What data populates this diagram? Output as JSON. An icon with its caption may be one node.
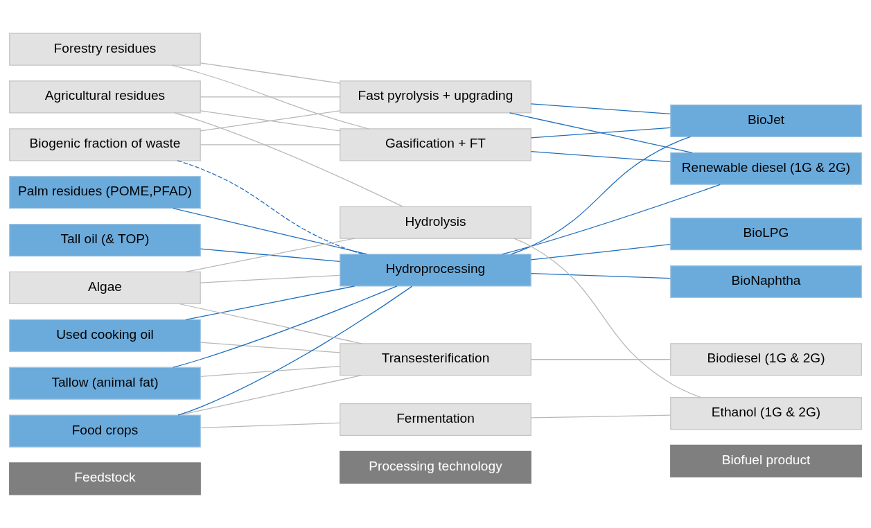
{
  "diagram": {
    "nodes": [
      {
        "text": [
          "Feedstock"
        ]
      },
      {
        "text": [
          "Processing technology"
        ]
      },
      {
        "text": [
          "Biofuel product"
        ]
      },
      {
        "text": [
          "Agricultural residues"
        ]
      },
      {
        "text": [
          "Forestry residues"
        ]
      },
      {
        "text": [
          "Biogenic fraction of waste"
        ]
      },
      {
        "text": [
          "Used cooking oil"
        ]
      },
      {
        "text": [
          "Tallow (animal fat)"
        ]
      },
      {
        "text": [
          "Tall oil (& TOP)"
        ]
      },
      {
        "text": [
          "Food crops"
        ]
      },
      {
        "text": [
          "Palm residues (POME,PFAD)"
        ]
      },
      {
        "text": [
          "Algae"
        ]
      },
      {
        "text": [
          "Transesterification"
        ]
      },
      {
        "text": [
          "Fermentation"
        ]
      },
      {
        "text": [
          "Gasification + FT"
        ]
      },
      {
        "text": [
          "Fast pyrolysis + upgrading"
        ]
      },
      {
        "text": [
          "Hydroprocessing"
        ]
      },
      {
        "text": [
          "Hydrolysis"
        ]
      },
      {
        "text": [
          "Biodiesel (1G & 2G)"
        ]
      },
      {
        "text": [
          "Ethanol (1G & 2G)"
        ]
      },
      {
        "text": [
          "Renewable diesel (1G & 2G)"
        ]
      },
      {
        "text": [
          "BioLPG"
        ]
      },
      {
        "text": [
          "BioJet"
        ]
      },
      {
        "text": [
          "BioNaphtha"
        ]
      }
    ],
    "edges": [
      {
        "from": 3,
        "to": 14,
        "arrow": "none"
      },
      {
        "from": 3,
        "to": 15,
        "arrow": "none"
      },
      {
        "from": 3,
        "to": 17,
        "arrow": "none"
      },
      {
        "from": 4,
        "to": 14,
        "arrow": "none"
      },
      {
        "from": 4,
        "to": 15,
        "arrow": "none"
      },
      {
        "from": 5,
        "to": 14,
        "arrow": "none"
      },
      {
        "from": 5,
        "to": 15,
        "arrow": "none"
      },
      {
        "from": 5,
        "to": 16,
        "arrow": "none",
        "style": "dashed",
        "color": "#1f6fbf"
      },
      {
        "from": 6,
        "to": 12,
        "arrow": "none"
      },
      {
        "from": 6,
        "to": 16,
        "arrow": "none",
        "color": "#1f6fbf"
      },
      {
        "from": 7,
        "to": 12,
        "arrow": "none"
      },
      {
        "from": 7,
        "to": 16,
        "arrow": "none",
        "color": "#1f6fbf"
      },
      {
        "from": 8,
        "to": 16,
        "arrow": "none",
        "color": "#1f6fbf"
      },
      {
        "from": 9,
        "to": 12,
        "arrow": "none"
      },
      {
        "from": 9,
        "to": 13,
        "arrow": "none"
      },
      {
        "from": 9,
        "to": 16,
        "arrow": "none",
        "color": "#1f6fbf"
      },
      {
        "from": 10,
        "to": 16,
        "arrow": "none",
        "color": "#1f6fbf"
      },
      {
        "from": 11,
        "to": 12,
        "arrow": "none"
      },
      {
        "from": 11,
        "to": 16,
        "arrow": "none"
      },
      {
        "from": 11,
        "to": 17,
        "arrow": "none"
      },
      {
        "from": 12,
        "to": 18,
        "arrow": "none"
      },
      {
        "from": 13,
        "to": 19,
        "arrow": "none"
      },
      {
        "from": 17,
        "to": 19,
        "arrow": "none"
      },
      {
        "from": 14,
        "to": 20,
        "arrow": "none",
        "color": "#1f6fbf"
      },
      {
        "from": 14,
        "to": 22,
        "arrow": "none",
        "color": "#1f6fbf"
      },
      {
        "from": 15,
        "to": 20,
        "arrow": "none",
        "color": "#1f6fbf"
      },
      {
        "from": 15,
        "to": 22,
        "arrow": "none",
        "color": "#1f6fbf"
      },
      {
        "from": 16,
        "to": 20,
        "arrow": "none",
        "color": "#1f6fbf"
      },
      {
        "from": 16,
        "to": 21,
        "arrow": "none",
        "color": "#1f6fbf"
      },
      {
        "from": 16,
        "to": 22,
        "arrow": "none",
        "color": "#1f6fbf"
      },
      {
        "from": 16,
        "to": 23,
        "arrow": "none",
        "color": "#1f6fbf"
      }
    ]
  }
}
